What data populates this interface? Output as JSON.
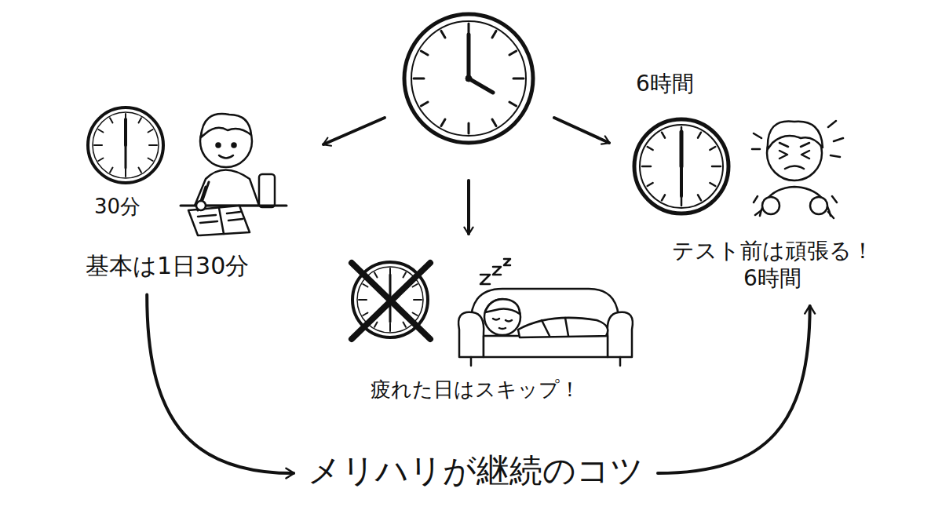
{
  "diagram": {
    "nodes": [
      {
        "text": [
          "基本は1日30分"
        ]
      },
      {
        "text": [
          "疲れた日はスキップ！"
        ]
      },
      {
        "text": [
          "テスト前は頑張る！ 6時間"
        ]
      },
      {
        "text": [
          "メリハリが継続のコツ"
        ]
      }
    ],
    "edges": [
      {
        "from": 0,
        "to": 3,
        "arrow": "to"
      },
      {
        "from": 3,
        "to": 2,
        "arrow": "to"
      }
    ],
    "labels": [
      "30分",
      "6時間"
    ]
  }
}
